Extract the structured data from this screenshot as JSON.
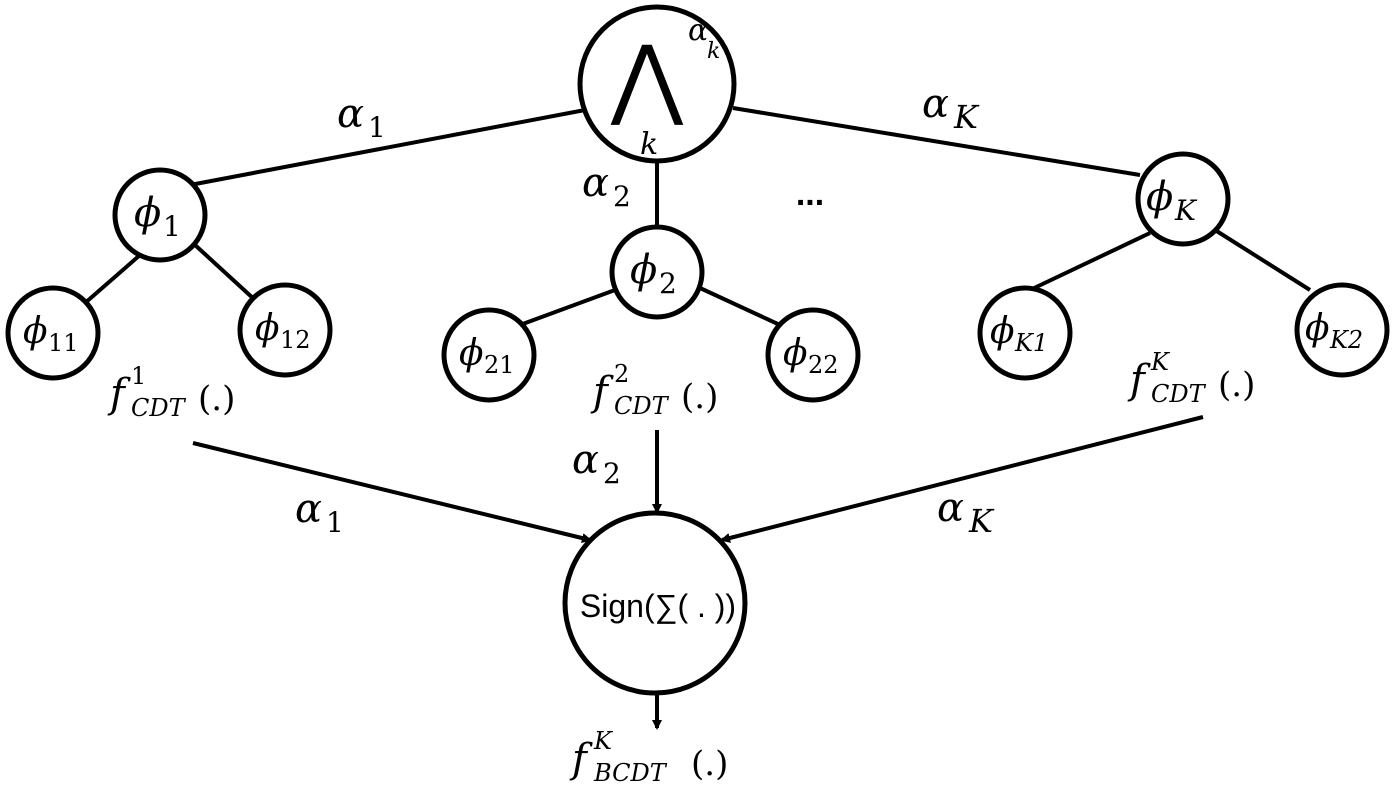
{
  "root": {
    "symbol": "⋀",
    "upper_sup": "α",
    "upper_sup_sub": "k",
    "lower_sub": "k"
  },
  "nodes": {
    "phi1": {
      "base": "ϕ",
      "sub": "1"
    },
    "phi2": {
      "base": "ϕ",
      "sub": "2"
    },
    "phiK": {
      "base": "ϕ",
      "sub": "K"
    },
    "phi11": {
      "base": "ϕ",
      "sub": "11"
    },
    "phi12": {
      "base": "ϕ",
      "sub": "12"
    },
    "phi21": {
      "base": "ϕ",
      "sub": "21"
    },
    "phi22": {
      "base": "ϕ",
      "sub": "22"
    },
    "phiK1": {
      "base": "ϕ",
      "sub": "K1"
    },
    "phiK2": {
      "base": "ϕ",
      "sub": "K2"
    }
  },
  "ellipsis": "...",
  "edge_labels": {
    "top_alpha1": {
      "base": "α",
      "sub": "1"
    },
    "top_alpha2": {
      "base": "α",
      "sub": "2"
    },
    "top_alphaK": {
      "base": "α",
      "sub": "K"
    },
    "bottom_alpha1": {
      "base": "α",
      "sub": "1"
    },
    "bottom_alpha2": {
      "base": "α",
      "sub": "2"
    },
    "bottom_alphaK": {
      "base": "α",
      "sub": "K"
    }
  },
  "classifiers": {
    "f1": {
      "base": "f",
      "sup": "1",
      "sub": "CDT",
      "arg": "(.)"
    },
    "f2": {
      "base": "f",
      "sup": "2",
      "sub": "CDT",
      "arg": "(.)"
    },
    "fK": {
      "base": "f",
      "sup": "K",
      "sub": "CDT",
      "arg": "(.)"
    }
  },
  "combiner": {
    "label": "Sign(∑( . ))"
  },
  "output": {
    "base": "f",
    "sup": "K",
    "sub": "BCDT",
    "arg": "(.)"
  }
}
